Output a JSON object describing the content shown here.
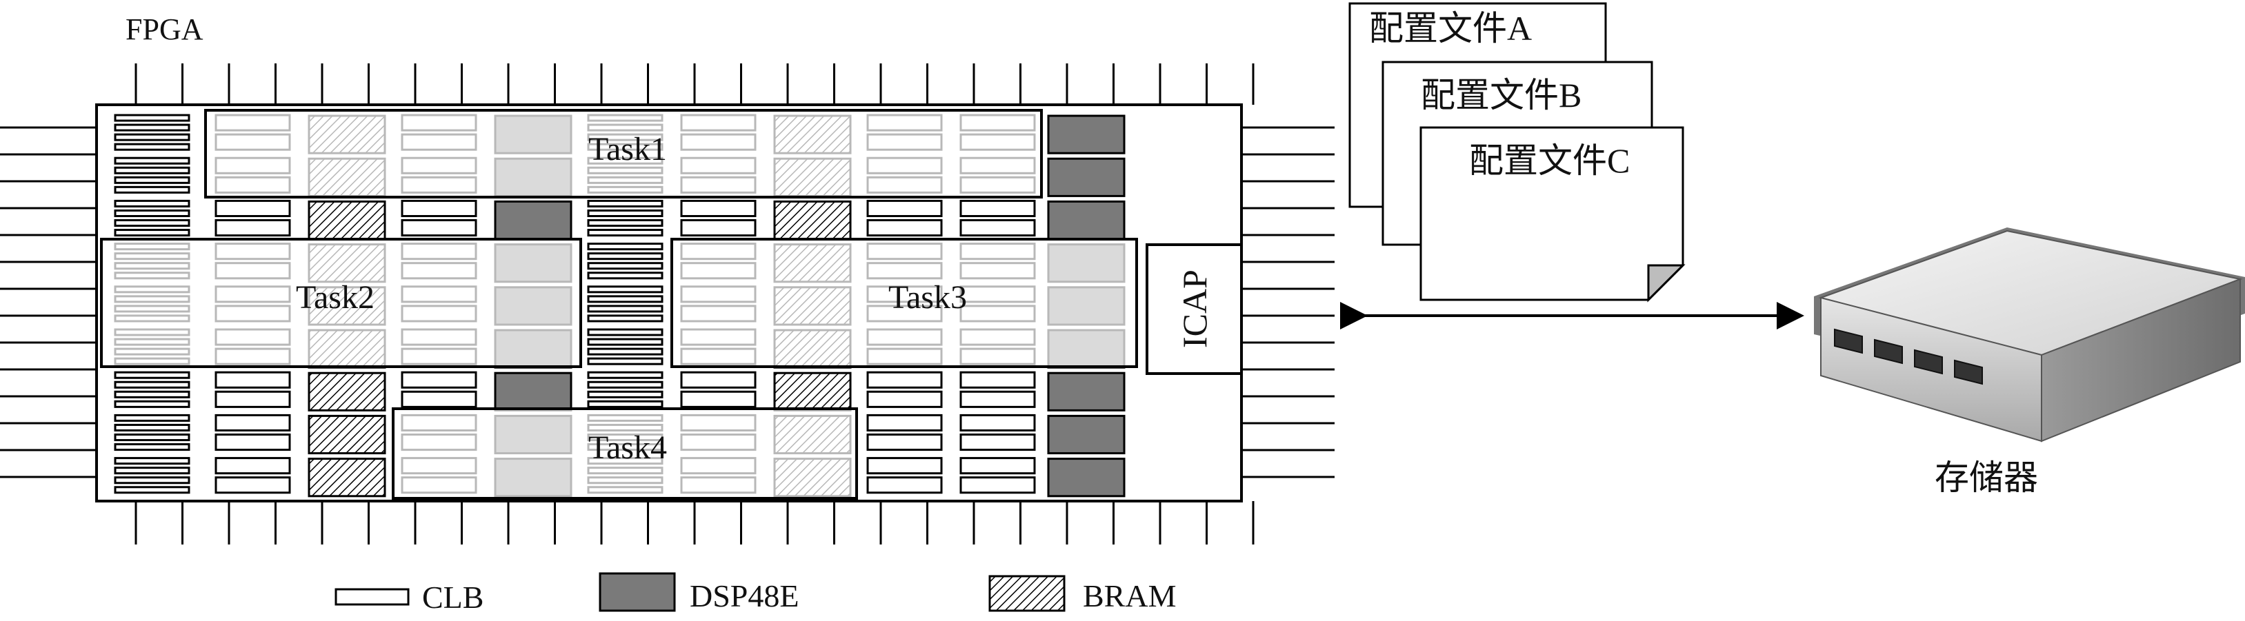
{
  "fpga_label": "FPGA",
  "icap_label": "ICAP",
  "tasks": [
    "Task1",
    "Task2",
    "Task3",
    "Task4"
  ],
  "config_files": [
    "配置文件A",
    "配置文件B",
    "配置文件C"
  ],
  "storage_label": "存储器",
  "legend": {
    "clb": "CLB",
    "dsp": "DSP48E",
    "bram": "BRAM"
  },
  "colors": {
    "dsp": "#7a7a7a",
    "task_overlay": "#ffffff",
    "faded": "#cfcfcf",
    "line": "#000000"
  }
}
